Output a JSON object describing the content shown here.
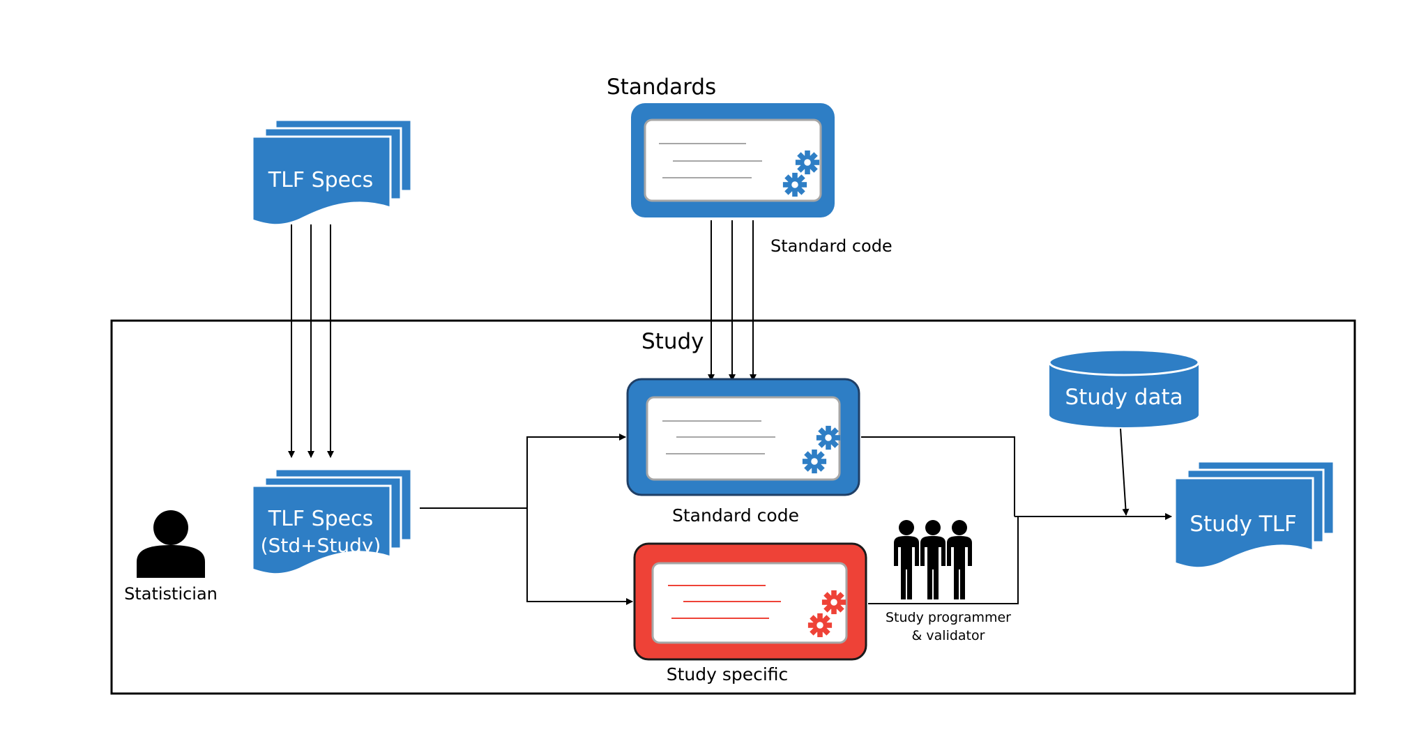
{
  "colors": {
    "blue": "#2e7ec5",
    "blue_dark": "#1f5f9c",
    "red": "#ee4237",
    "red_line": "#ee4237",
    "grey_line": "#a6a6a6",
    "black": "#000000"
  },
  "labels": {
    "standards_title": "Standards",
    "standard_code_top": "Standard code",
    "study_title": "Study",
    "tlf_specs_top": "TLF Specs",
    "tlf_specs_study_line1": "TLF Specs",
    "tlf_specs_study_line2": "(Std+Study)",
    "statistician": "Statistician",
    "standard_code_study": "Standard code",
    "study_specific": "Study specific",
    "study_programmer_line1": "Study programmer",
    "study_programmer_line2": "& validator",
    "study_data": "Study data",
    "study_tlf": "Study TLF"
  },
  "icons": [
    "document-stack-icon",
    "code-window-icon",
    "gears-icon",
    "person-icon",
    "people-group-icon",
    "database-icon"
  ]
}
